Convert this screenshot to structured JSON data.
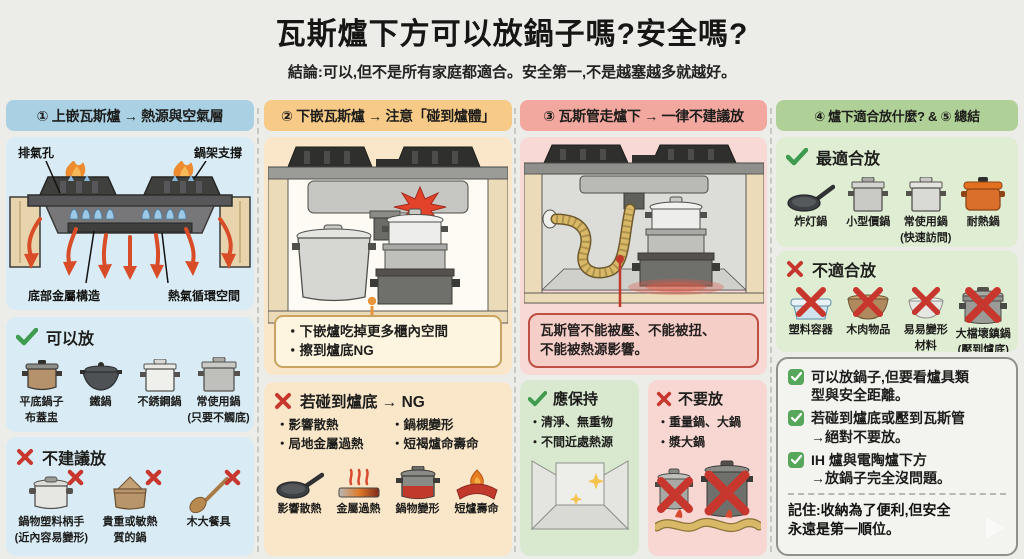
{
  "page": {
    "title": "瓦斯爐下方可以放鍋子嗎?安全嗎?",
    "subtitle": "結論:可以,但不是所有家庭都適合。安全第一,不是越塞越多就越好。"
  },
  "colors": {
    "background": "#ECECE9",
    "col1_accent": "#A9D0E3",
    "col2_accent": "#F7CA87",
    "col3_accent": "#F2A89F",
    "col4_accent": "#AFD096",
    "check_green": "#3E9B4F",
    "cross_red": "#C8372D"
  },
  "col1": {
    "header": "① 上嵌瓦斯爐 → 熱源與空氣層",
    "diagram_labels": {
      "top_left": "排氣孔",
      "top_right": "鍋架支撐",
      "bottom_left": "底部金屬構造",
      "bottom_right": "熱氣循環空間"
    },
    "allowed": {
      "title": "可以放",
      "items": [
        {
          "label": "平底鍋子",
          "label2": "布蓋盅"
        },
        {
          "label": "鐵鍋"
        },
        {
          "label": "不銹鋼鍋"
        },
        {
          "label": "常使用鍋",
          "label2": "(只要不觸底)"
        }
      ]
    },
    "not_recommended": {
      "title": "不建議放",
      "items": [
        {
          "label": "鍋物塑料柄手",
          "label2": "(近內容易變形)"
        },
        {
          "label": "貴重或敏熱",
          "label2": "質的鍋"
        },
        {
          "label": "木大餐具"
        }
      ]
    }
  },
  "col2": {
    "header": "② 下嵌瓦斯爐 → 注意「碰到爐體」",
    "note": [
      "・下嵌爐吃掉更多櫃內空間",
      "・擦到爐底NG"
    ],
    "ng": {
      "title": "若碰到爐底 → NG",
      "bullets_left": [
        "・影響散熱",
        "・局地金屬過熱"
      ],
      "bullets_right": [
        "・鍋槻變形",
        "・短褐爐命壽命"
      ],
      "icon_labels": [
        "影響散熱",
        "金屬過熱",
        "鍋物變形",
        "短爐壽命"
      ]
    }
  },
  "col3": {
    "header": "③ 瓦斯管走爐下 → 一律不建議放",
    "note": [
      "瓦斯管不能被壓、不能被扭、",
      "不能被熱源影響。"
    ],
    "keep": {
      "title": "應保持",
      "bullets": [
        "・清淨、無重物",
        "・不間近處熱源"
      ]
    },
    "avoid": {
      "title": "不要放",
      "bullets": [
        "・重量鍋、大鍋",
        "・漿大鍋"
      ]
    }
  },
  "col4": {
    "header": "④ 爐下適合放什麼? & ⑤ 總結",
    "suitable": {
      "title": "最適合放",
      "items": [
        {
          "label": "炸灯鍋"
        },
        {
          "label": "小型價鍋"
        },
        {
          "label": "常使用鍋",
          "label2": "(快速訪問)"
        },
        {
          "label": "耐熱鍋"
        }
      ]
    },
    "unsuitable": {
      "title": "不適合放",
      "items": [
        {
          "label": "塑料容器"
        },
        {
          "label": "木肉物品"
        },
        {
          "label": "易易變形",
          "label2": "材料"
        },
        {
          "label": "大檔壞鎮鍋",
          "label2": "(壓到爐底)"
        }
      ]
    },
    "summary": {
      "items": [
        {
          "line1": "可以放鍋子,但要看爐具類",
          "line2": "型與安全距離。"
        },
        {
          "line1": "若碰到爐底或壓到瓦斯管",
          "line2": "→絕對不要放。"
        },
        {
          "line1": "IH 爐與電陶爐下方",
          "line2": "→放鍋子完全沒問題。"
        }
      ],
      "note": [
        "記住:收納為了便利,但安全",
        "永遠是第一順位。"
      ]
    }
  }
}
